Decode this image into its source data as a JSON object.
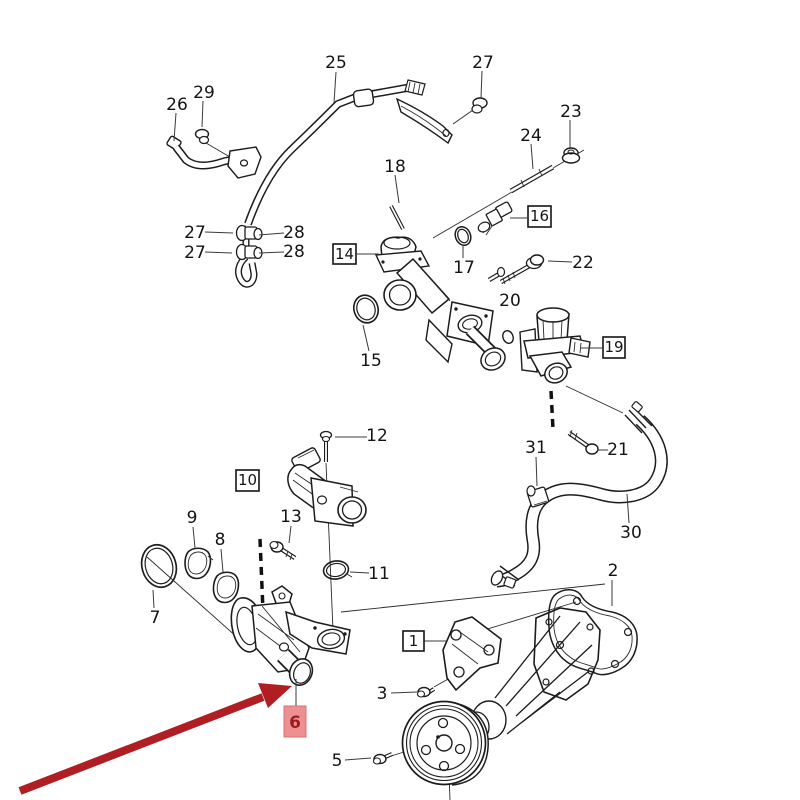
{
  "diagram": {
    "kind": "exploded-parts-diagram",
    "background": "#ffffff",
    "line_color": "#1c1c1c",
    "leader_color": "#3a3a3a",
    "arrow_color": "#b01e24",
    "highlight_box_color": "#ec9091",
    "highlight_text_color": "#9e1a1f",
    "highlighted_part": "6",
    "boxed_parts": [
      "1",
      "10",
      "14",
      "16",
      "19"
    ]
  },
  "parts": {
    "n1": {
      "num": "1",
      "boxed": true
    },
    "n2": {
      "num": "2"
    },
    "n3": {
      "num": "3"
    },
    "n5": {
      "num": "5"
    },
    "n6": {
      "num": "6",
      "highlighted": true
    },
    "n7": {
      "num": "7"
    },
    "n8": {
      "num": "8"
    },
    "n9": {
      "num": "9"
    },
    "n10": {
      "num": "10",
      "boxed": true
    },
    "n11": {
      "num": "11"
    },
    "n12": {
      "num": "12"
    },
    "n13": {
      "num": "13"
    },
    "n14": {
      "num": "14",
      "boxed": true
    },
    "n15": {
      "num": "15"
    },
    "n16": {
      "num": "16",
      "boxed": true
    },
    "n17": {
      "num": "17"
    },
    "n18": {
      "num": "18"
    },
    "n19": {
      "num": "19",
      "boxed": true
    },
    "n20": {
      "num": "20"
    },
    "n21": {
      "num": "21"
    },
    "n22": {
      "num": "22"
    },
    "n23": {
      "num": "23"
    },
    "n24": {
      "num": "24"
    },
    "n25": {
      "num": "25"
    },
    "n26": {
      "num": "26"
    },
    "n27": {
      "num": "27"
    },
    "n28": {
      "num": "28"
    },
    "n29": {
      "num": "29"
    },
    "n30": {
      "num": "30"
    },
    "n31": {
      "num": "31"
    }
  }
}
